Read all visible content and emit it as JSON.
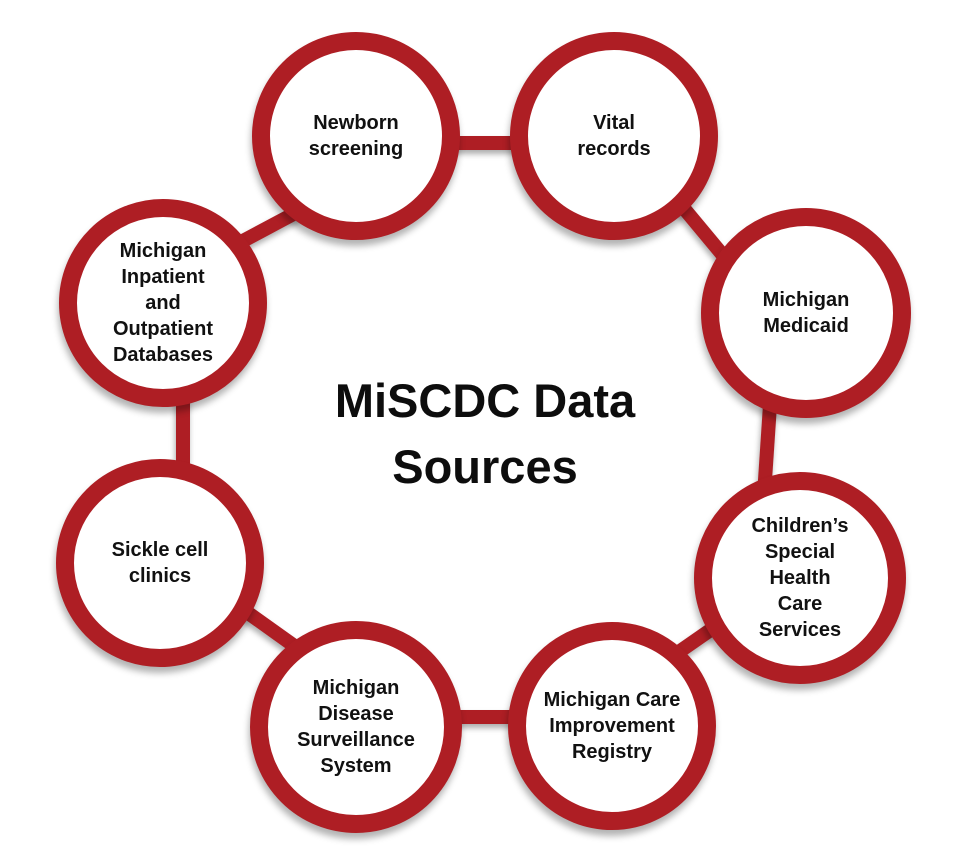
{
  "title_display": "MiSCDC Data\nSources",
  "colors": {
    "ring_red": "#AE1E24",
    "text": "#111111",
    "background": "#ffffff"
  },
  "nodes": [
    {
      "id": "newborn-screening",
      "label": "Newborn\nscreening"
    },
    {
      "id": "vital-records",
      "label": "Vital\nrecords"
    },
    {
      "id": "michigan-medicaid",
      "label": "Michigan\nMedicaid"
    },
    {
      "id": "childrens-special-health-care-services",
      "label": "Children’s\nSpecial\nHealth\nCare\nServices"
    },
    {
      "id": "michigan-care-improvement-registry",
      "label": "Michigan Care\nImprovement\nRegistry"
    },
    {
      "id": "michigan-disease-surveillance-system",
      "label": "Michigan\nDisease\nSurveillance\nSystem"
    },
    {
      "id": "sickle-cell-clinics",
      "label": "Sickle cell\nclinics"
    },
    {
      "id": "michigan-inpatient-outpatient-databases",
      "label": "Michigan\nInpatient\nand\nOutpatient\nDatabases"
    }
  ]
}
